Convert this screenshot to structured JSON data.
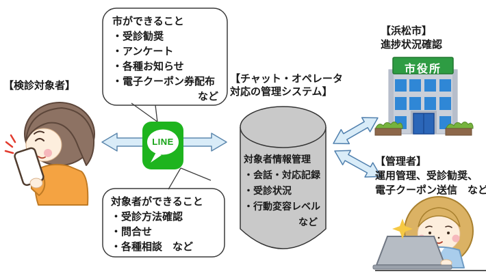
{
  "diagram": {
    "actor_left_label": "【検診対象者】",
    "bubble_city": {
      "title": "市ができること",
      "items": [
        "・受診勧奨",
        "・アンケート",
        "・各種お知らせ",
        "・電子クーポン券配布"
      ],
      "etc": "など"
    },
    "bubble_target": {
      "title": "対象者ができること",
      "items": [
        "・受診方法確認",
        "・問合せ",
        "・各種相談　など"
      ]
    },
    "line_icon_label": "LINE",
    "system_label_line1": "【チャット・オペレータ",
    "system_label_line2": "対応の管理システム】",
    "database": {
      "title": "対象者情報管理",
      "items": [
        "・会話・対応記録",
        "・受診状況",
        "・行動変容レベル"
      ],
      "etc": "など"
    },
    "city_label_line1": "【浜松市】",
    "city_label_line2": "進捗状況確認",
    "building_sign": "市役所",
    "admin_label_line1": "【管理者】",
    "admin_label_line2": "運用管理、受診勧奨、",
    "admin_label_line3": "電子クーポン送信　など"
  },
  "colors": {
    "line_green": "#1eb41e",
    "arrow_fill": "#d9ecf8",
    "arrow_stroke": "#5c87ad",
    "cylinder_fill": "#c9c9c9",
    "sign_green": "#2e9c43",
    "window_blue": "#2f87d6",
    "door_blue": "#2b66b8"
  }
}
